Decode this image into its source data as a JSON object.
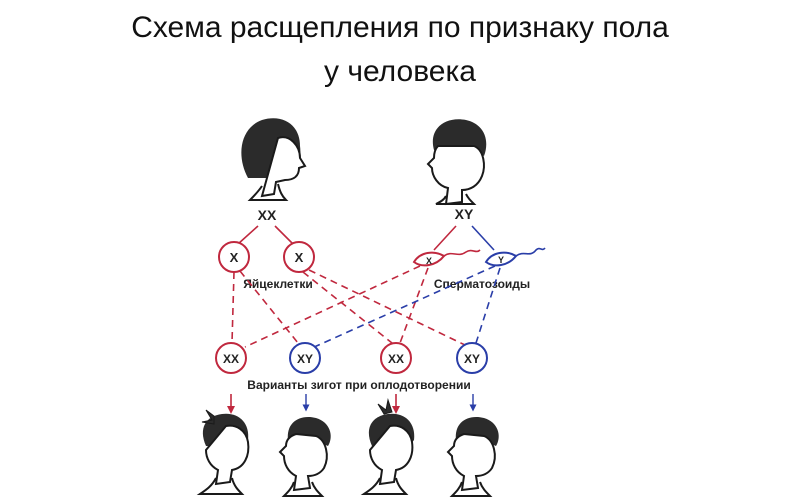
{
  "slide": {
    "title_line1": "Схема расщепления по признаку пола",
    "title_line2": "у человека"
  },
  "diagram": {
    "mother_genotype": "XX",
    "father_genotype": "XY",
    "egg_1": "X",
    "egg_2": "X",
    "sperm_x": "X",
    "sperm_y": "Y",
    "eggs_label": "Яйцеклетки",
    "sperm_label": "Сперматозоиды",
    "zygote_1": "XX",
    "zygote_2": "XY",
    "zygote_3": "XX",
    "zygote_4": "XY",
    "zygotes_label": "Варианты зигот при оплодотворении"
  },
  "colors": {
    "female_line": "#c0283e",
    "male_line": "#2a3ea8",
    "outline": "#1a1a1a"
  },
  "icons": [
    "woman-head-icon",
    "man-head-icon",
    "girl-head-icon",
    "boy-head-icon"
  ]
}
